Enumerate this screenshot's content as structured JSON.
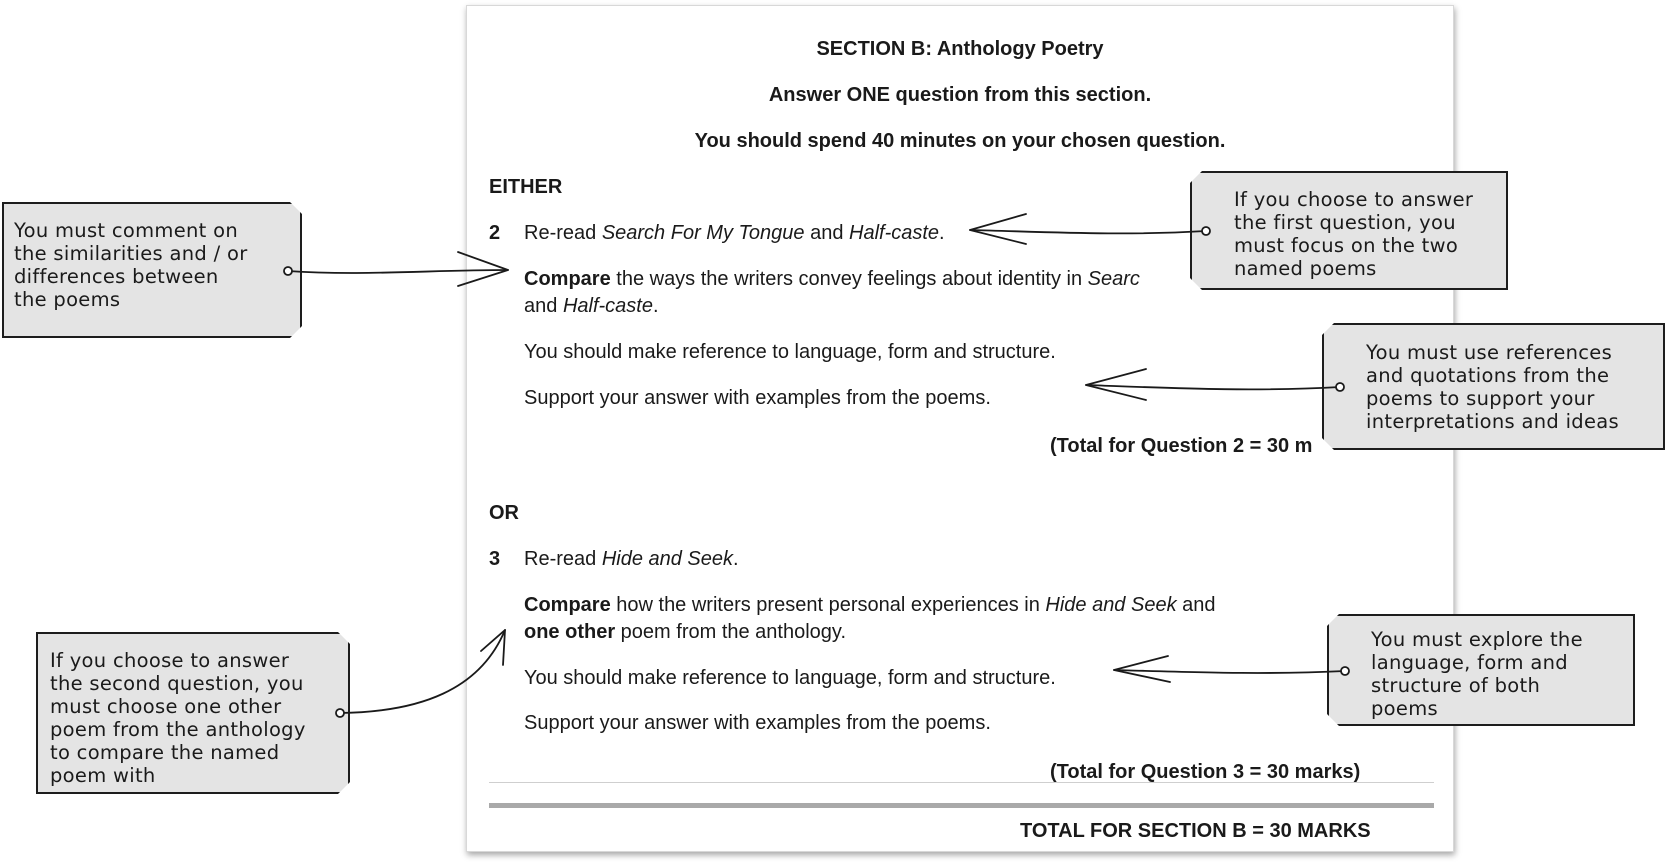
{
  "exam": {
    "section_title": "SECTION B: Anthology Poetry",
    "instruction_answer": "Answer ONE question from this section.",
    "instruction_time": "You should spend 40 minutes on your chosen question.",
    "either_label": "EITHER",
    "q2": {
      "number": "2",
      "reread_prefix": "Re-read ",
      "poem_a": "Search For My Tongue",
      "conj": " and ",
      "poem_b": "Half-caste",
      "period": ".",
      "compare_bold": "Compare",
      "compare_rest": " the ways the writers convey feelings about identity in ",
      "compare_poem_visible": "Searc",
      "line2_and": "and ",
      "line2_poem": "Half-caste",
      "line2_period": ".",
      "reference": "You should make reference to language, form and structure.",
      "support": "Support your answer with examples from the poems.",
      "total_visible": "(Total for Question 2 = 30 m"
    },
    "or_label": "OR",
    "q3": {
      "number": "3",
      "reread_prefix": "Re-read ",
      "poem": "Hide and Seek",
      "period": ".",
      "compare_bold": "Compare",
      "compare_rest": " how the writers present personal experiences in ",
      "compare_poem": "Hide and Seek",
      "compare_and": " and",
      "other_bold": "one other",
      "other_rest": " poem from the anthology.",
      "reference": "You should make reference to language, form and structure.",
      "support": "Support your answer with examples from the poems.",
      "total": "(Total for Question 3 = 30 marks)"
    },
    "section_total": "TOTAL FOR SECTION B = 30 MARKS"
  },
  "annotations": {
    "similarities": "You must comment on\nthe similarities and / or\ndifferences between\nthe poems",
    "first_question": "If you choose to answer\nthe first question, you\nmust focus on the two\nnamed poems",
    "references": "You must use references\nand quotations from the\npoems to support your\ninterpretations and ideas",
    "second_question": "If you choose to answer\nthe second question, you\nmust choose one other\npoem from the anthology\nto compare the named\npoem with",
    "explore": "You must explore the\nlanguage, form and\nstructure of both\npoems"
  }
}
